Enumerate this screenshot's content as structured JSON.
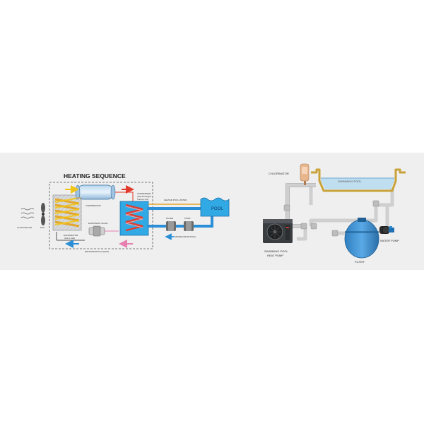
{
  "left_panel": {
    "title": "HEATING SEQUENCE",
    "labels": {
      "outdoor_air": "OUTDOOR AIR",
      "fan": "FAN",
      "evaporator": "EVAPORATOR",
      "evaporator_sub": "(fins & coils)",
      "compressor": "COMPRESSOR",
      "condenser": "CONDENSER",
      "condenser_sub1": "(Heat Exchanger/",
      "condenser_sub2": "Titanium Coil)",
      "heated_water": "HEATED POOL WATER",
      "pool": "POOL",
      "filter_small": "FILTER",
      "pump_small": "PUMP",
      "water_from_pool": "WATER FROM POOL",
      "expansion_valve": "EXPANSION VALVE",
      "refrigerant": "REFRIGERANT (LIQUID)"
    }
  },
  "right_panel": {
    "labels": {
      "chlorinator": "CHLORINATOR",
      "swimming_pool": "SWIMMING POOL",
      "heat_pump_line1": "SWIMMING POOL",
      "heat_pump_line2": "HEAT PUMP",
      "filter": "FILTER",
      "water_pump": "WATER PUMP"
    }
  },
  "colors": {
    "pipe_blue": "#2a8fd6",
    "pool_blue": "#31a9e4",
    "hot_red": "#e23b2e",
    "hot_yellow": "#f0c419",
    "cold_pink": "#e77fb1",
    "frame_gold": "#c9a33a"
  }
}
